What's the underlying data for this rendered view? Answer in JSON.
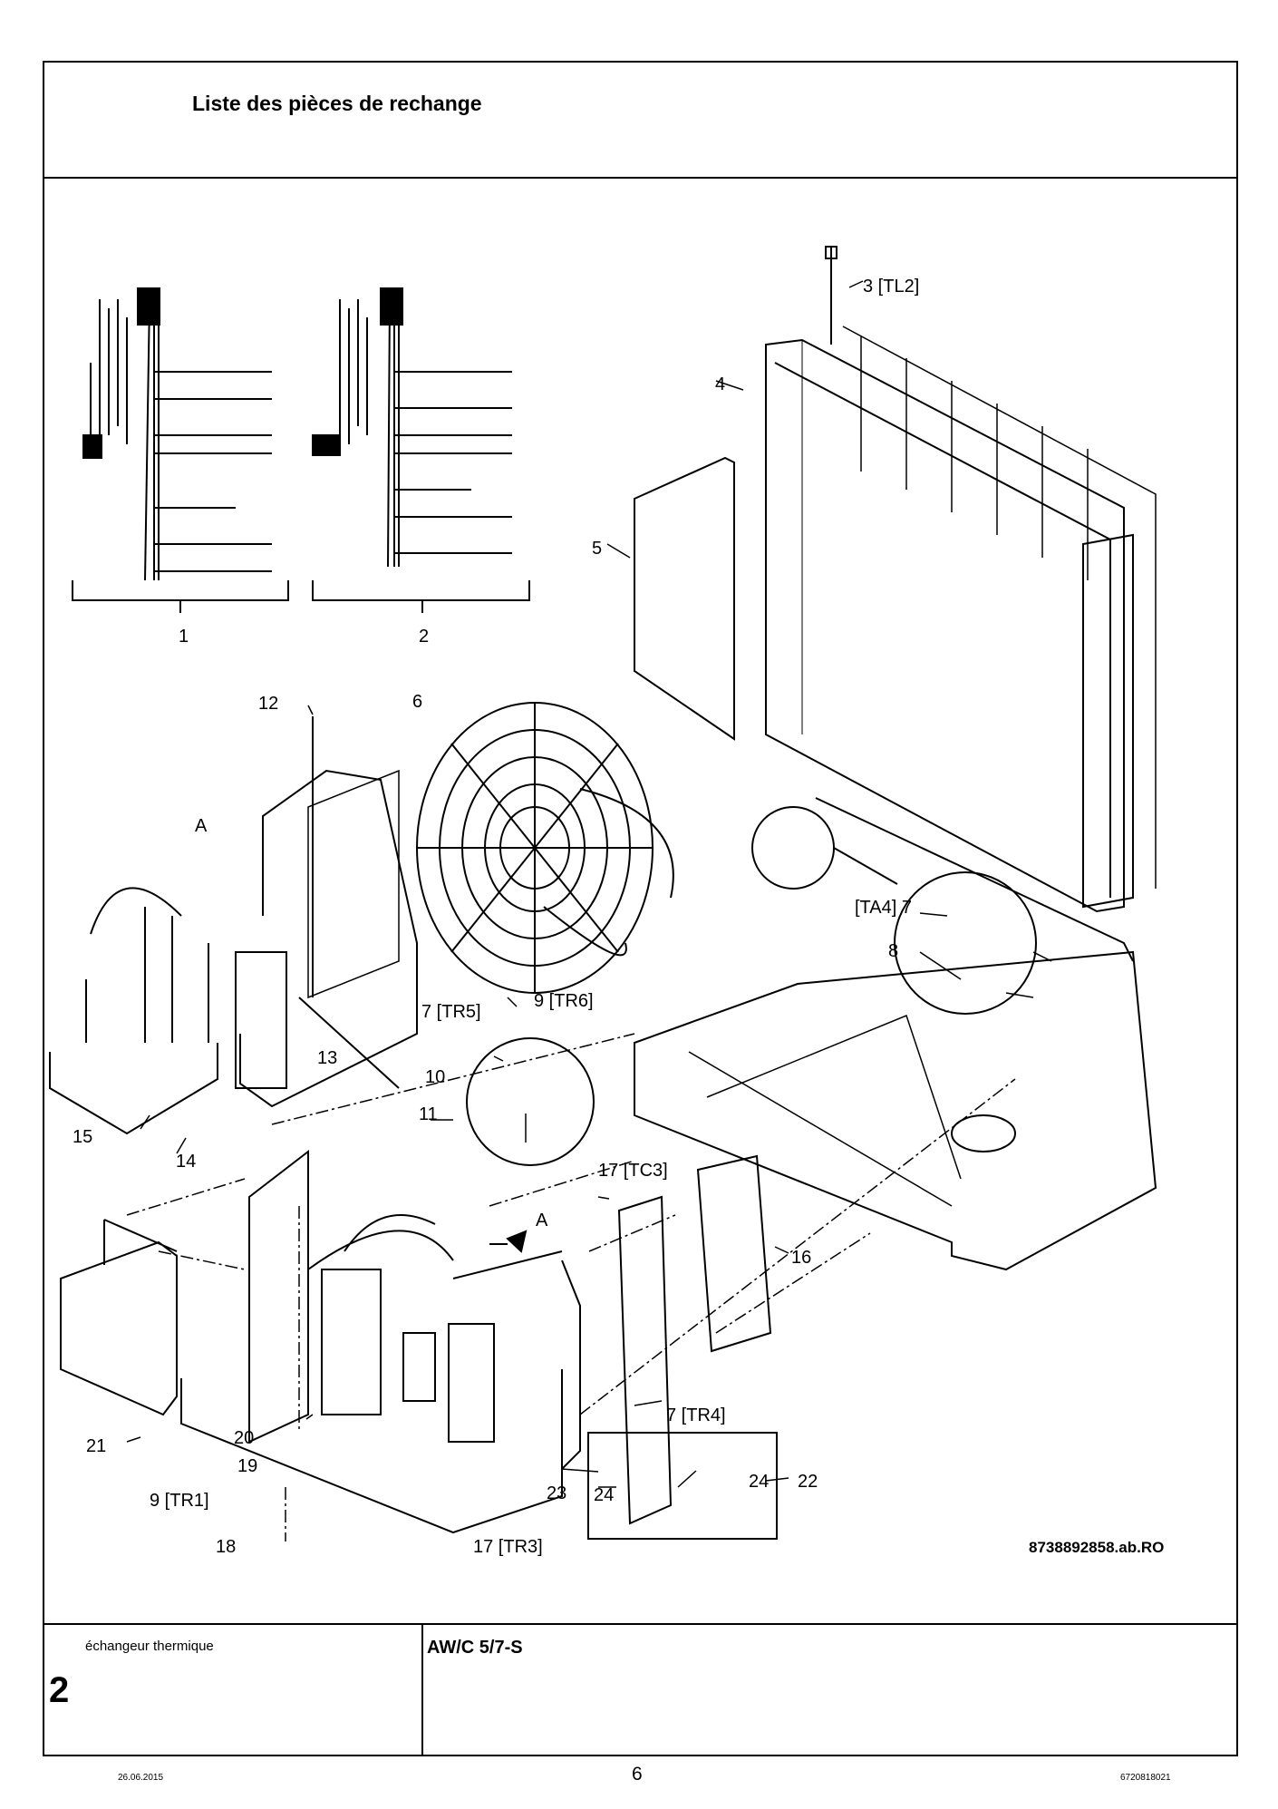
{
  "header": {
    "title": "Liste des pièces de rechange"
  },
  "footer": {
    "section_label": "échangeur thermique",
    "section_number": "2",
    "model": "AW/C 5/7-S",
    "date": "26.06.2015",
    "page": "6",
    "doc_code": "6720818021"
  },
  "diagram": {
    "reference": "8738892858.ab.RO",
    "labels": {
      "l1": "1",
      "l2": "2",
      "l3": "3 [TL2]",
      "l4": "4",
      "l5": "5",
      "l6": "6",
      "lA1": "A",
      "lA2": "A",
      "l12": "12",
      "lTA4": "[TA4] 7",
      "l8": "8",
      "l7tr5": "7 [TR5]",
      "l9tr6": "9 [TR6]",
      "l10": "10",
      "l11": "11",
      "l13": "13",
      "l14": "14",
      "l15": "15",
      "l17tc3": "17 [TC3]",
      "l16": "16",
      "l21": "21",
      "l20": "20",
      "l19": "19",
      "l9tr1": "9 [TR1]",
      "l18": "18",
      "l17tr3": "17 [TR3]",
      "l7tr4": "7 [TR4]",
      "l23": "23",
      "l24a": "24",
      "l24b": "24",
      "l22": "22"
    }
  }
}
